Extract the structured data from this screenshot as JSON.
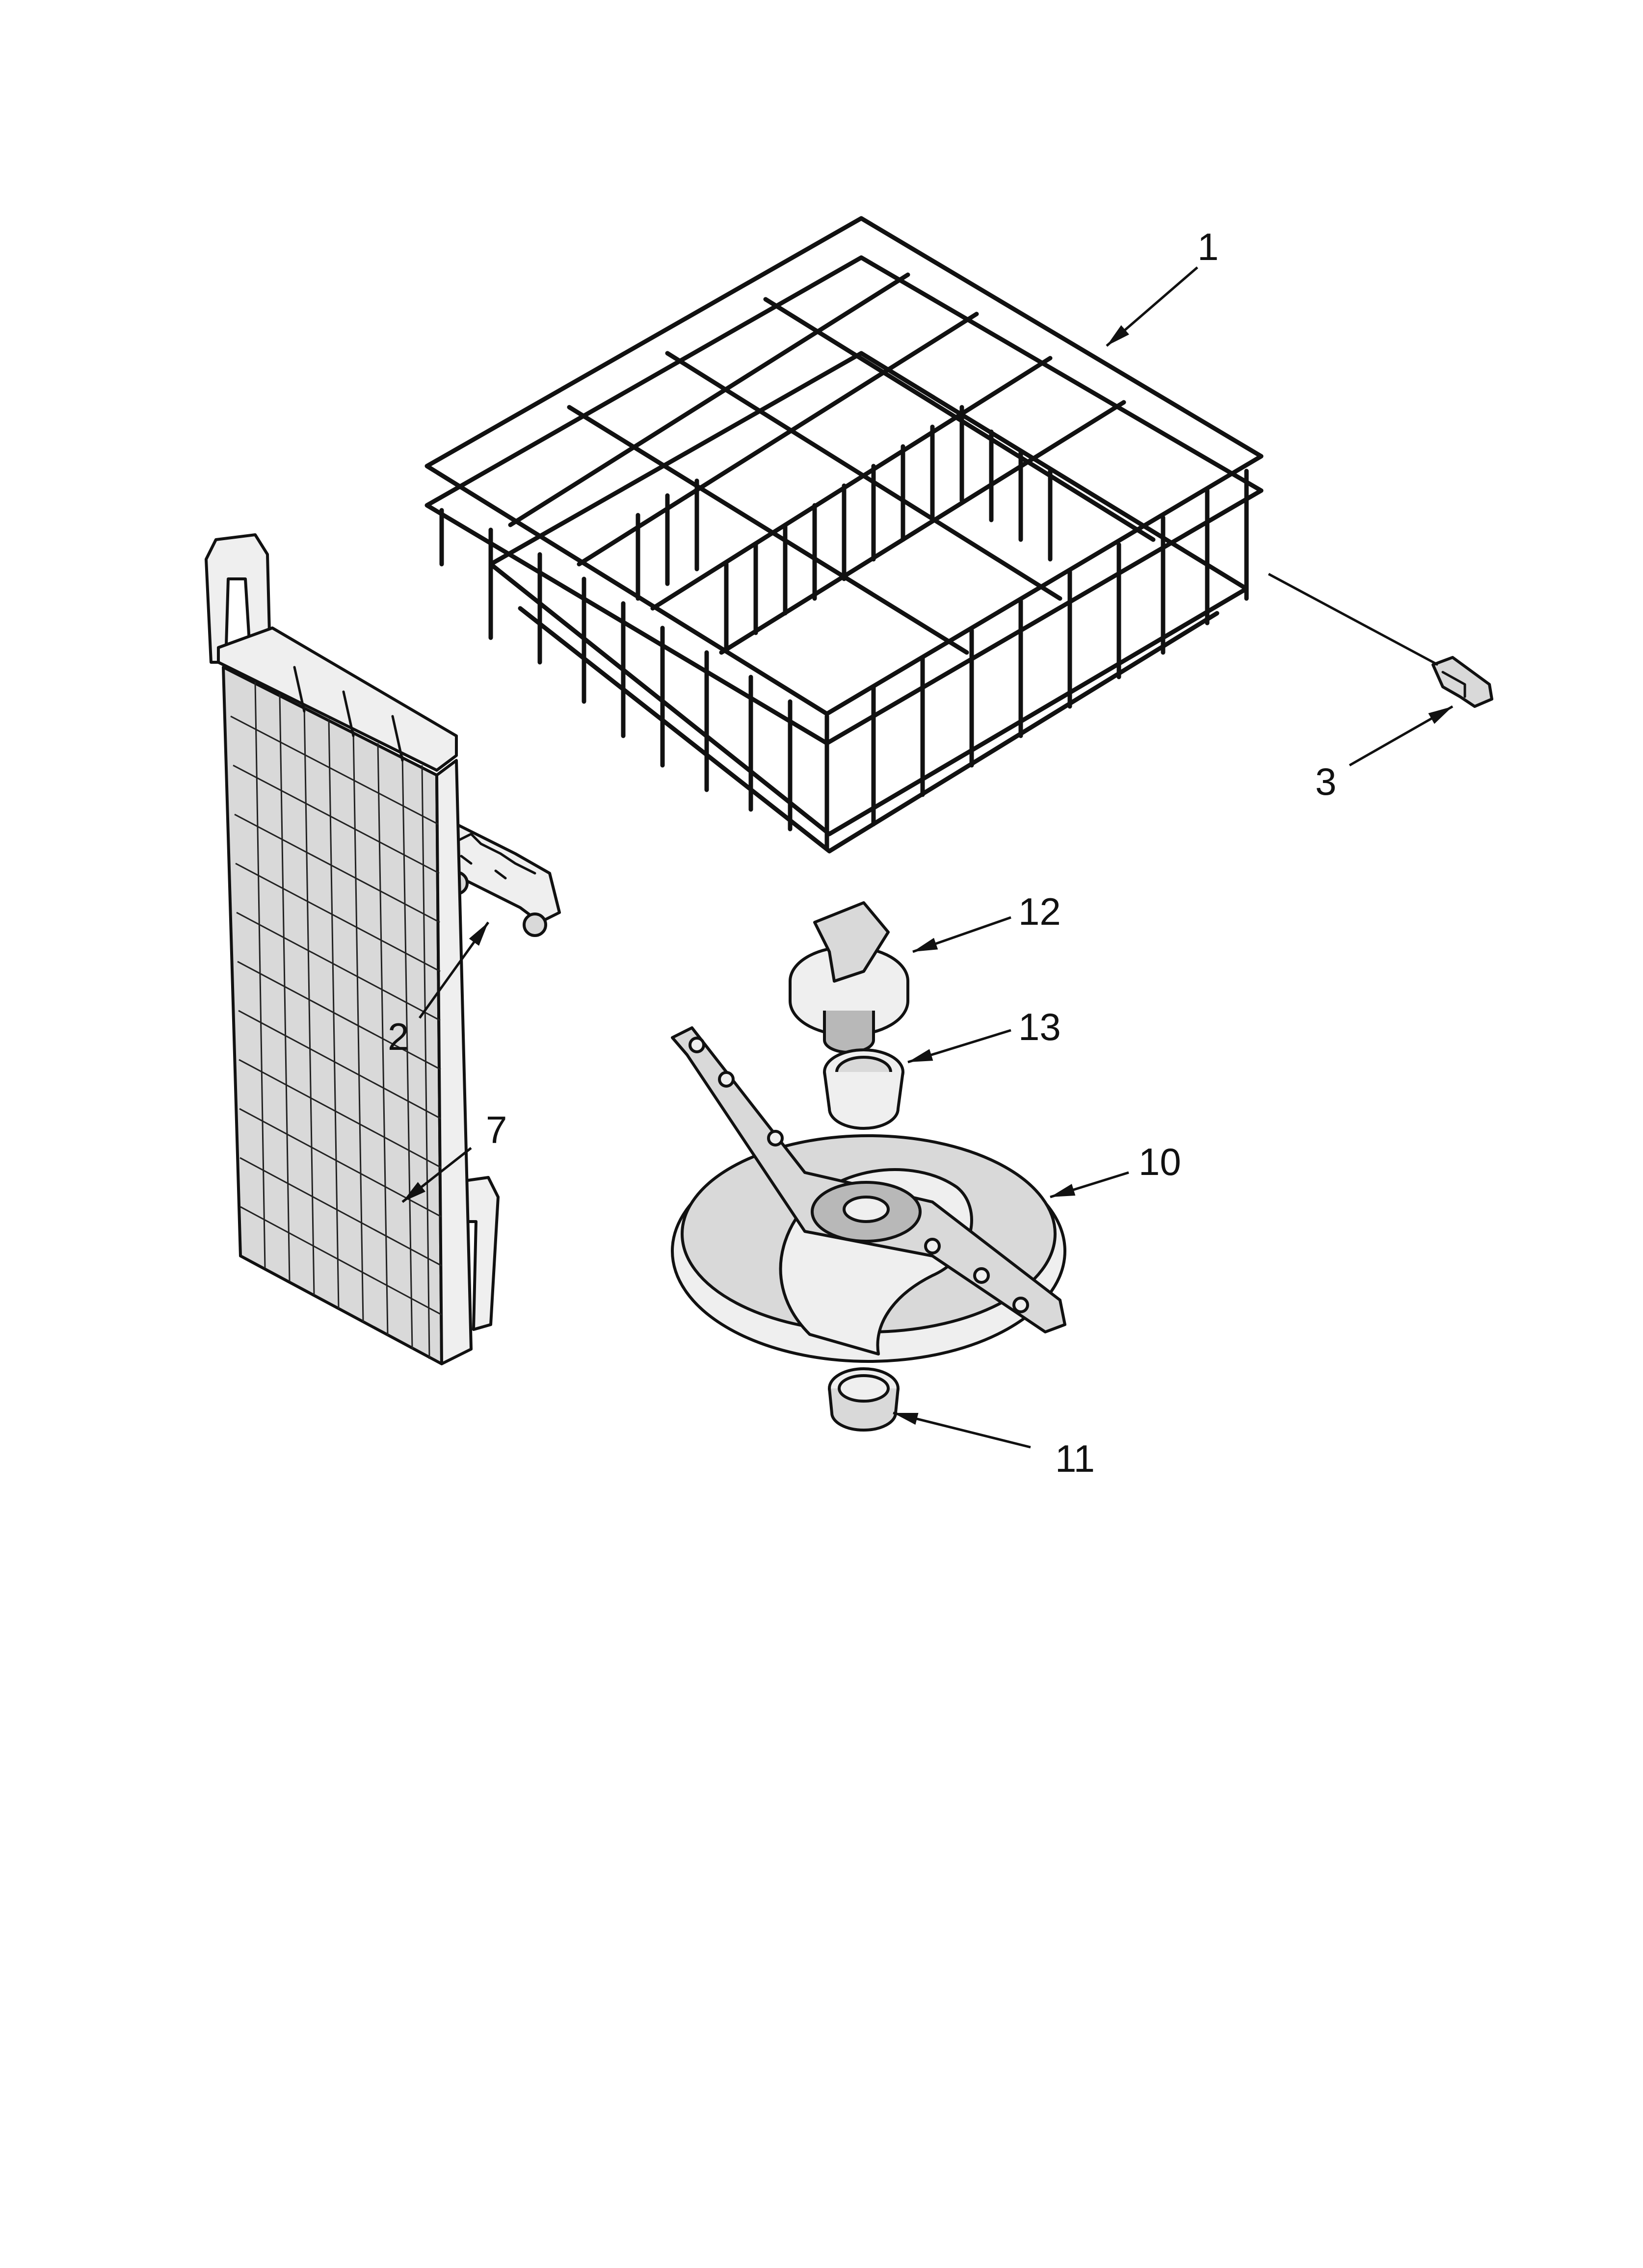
{
  "callouts": [
    {
      "id": "1",
      "label": "1"
    },
    {
      "id": "2",
      "label": "2"
    },
    {
      "id": "3",
      "label": "3"
    },
    {
      "id": "7",
      "label": "7"
    },
    {
      "id": "10",
      "label": "10"
    },
    {
      "id": "11",
      "label": "11"
    },
    {
      "id": "12",
      "label": "12"
    },
    {
      "id": "13",
      "label": "13"
    }
  ],
  "parts": [
    {
      "callout": "1",
      "icon": "dish-rack-icon"
    },
    {
      "callout": "2",
      "icon": "rack-wheel-clip-icon"
    },
    {
      "callout": "3",
      "icon": "rack-stop-clip-icon"
    },
    {
      "callout": "7",
      "icon": "silverware-basket-icon"
    },
    {
      "callout": "10",
      "icon": "spray-arm-manifold-icon"
    },
    {
      "callout": "11",
      "icon": "bearing-ring-icon"
    },
    {
      "callout": "12",
      "icon": "spray-arm-nut-icon"
    },
    {
      "callout": "13",
      "icon": "spray-arm-bearing-icon"
    }
  ]
}
